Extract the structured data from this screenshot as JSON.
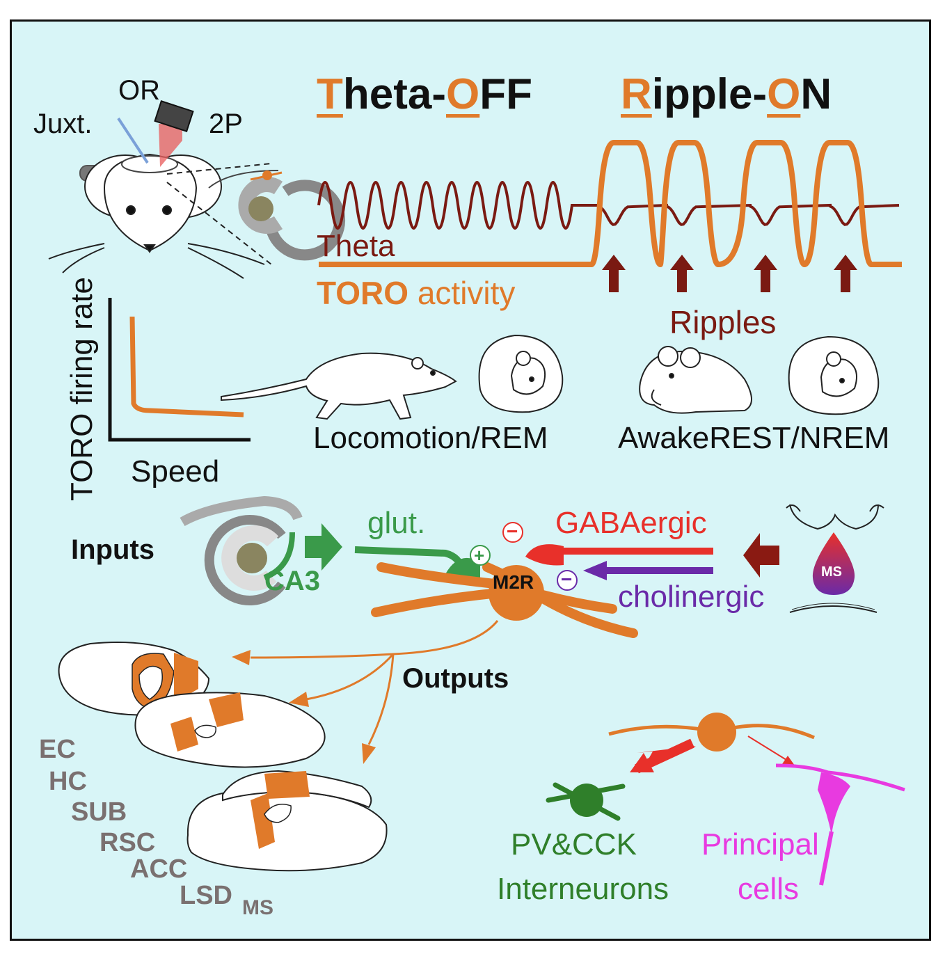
{
  "colors": {
    "background": "#d8f5f7",
    "toro_orange": "#e07a2a",
    "theta_darkred": "#7a1a12",
    "glut_green": "#3a9a4a",
    "gaba_red": "#e8302a",
    "cholinergic_purple": "#6a2aa8",
    "interneuron_green": "#2f7f2a",
    "principal_magenta": "#e83ae0",
    "region_gray": "#7a7070"
  },
  "setup": {
    "juxt": "Juxt.",
    "or": "OR",
    "twop": "2P"
  },
  "title": {
    "theta_off": {
      "first_letter": "T",
      "part1": "heta-",
      "second_letter": "O",
      "part2": "FF"
    },
    "ripple_on": {
      "first_letter": "R",
      "part1": "ipple-",
      "second_letter": "O",
      "part2": "N"
    }
  },
  "traces": {
    "theta_label": "Theta",
    "toro_bold": "TORO",
    "toro_rest": " activity",
    "ripples_label": "Ripples"
  },
  "speed_plot": {
    "ylabel": "TORO firing rate",
    "xlabel": "Speed"
  },
  "states": {
    "locomotion": "Locomotion/REM",
    "rest": "AwakeREST/NREM"
  },
  "inputs": {
    "label": "Inputs",
    "ca3": "CA3",
    "glut": "glut.",
    "gaba": "GABAergic",
    "cholinergic": "cholinergic",
    "m2r": "M2R",
    "ms": "MS",
    "plus": "+",
    "minus": "−"
  },
  "outputs": {
    "label": "Outputs",
    "regions": [
      "EC",
      "HC",
      "SUB",
      "RSC",
      "ACC",
      "LSD"
    ],
    "ms_sub": "MS"
  },
  "targets": {
    "pv_line1": "PV&CCK",
    "pv_line2": "Interneurons",
    "principal_line1": "Principal",
    "principal_line2": "cells"
  }
}
